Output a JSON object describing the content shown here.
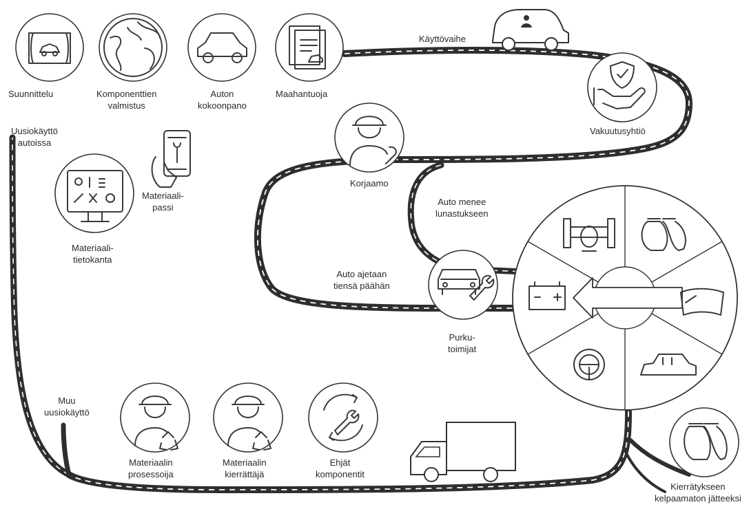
{
  "nodes": {
    "design": [
      "Suunnittelu"
    ],
    "components": [
      "Komponenttien",
      "valmistus"
    ],
    "assembly": [
      "Auton",
      "kokoonpano"
    ],
    "importer": [
      "Maahantuoja"
    ],
    "usage": [
      "Käyttövaihe"
    ],
    "insurer": [
      "Vakuutusyhtiö"
    ],
    "repair": [
      "Korjaamo"
    ],
    "redemption": [
      "Auto menee",
      "lunastukseen"
    ],
    "end_of_road": [
      "Auto ajetaan",
      "tiensä päähän"
    ],
    "dismantlers": [
      "Purku-",
      "toimijat"
    ],
    "material_passport": [
      "Materiaali-",
      "passi"
    ],
    "material_db": [
      "Materiaali-",
      "tietokanta"
    ],
    "reuse_cars": [
      "Uusiokäyttö",
      "autoissa"
    ],
    "other_reuse": [
      "Muu",
      "uusiokäyttö"
    ],
    "processor": [
      "Materiaalin",
      "prosessoija"
    ],
    "recycler": [
      "Materiaalin",
      "kierrättäjä"
    ],
    "intact_components": [
      "Ehjät",
      "komponentit"
    ],
    "waste": [
      "Kierrätykseen",
      "kelpaamaton jätteeksi"
    ]
  },
  "colors": {
    "line": "#333333",
    "road": "#2e2e2e",
    "background": "#ffffff"
  }
}
